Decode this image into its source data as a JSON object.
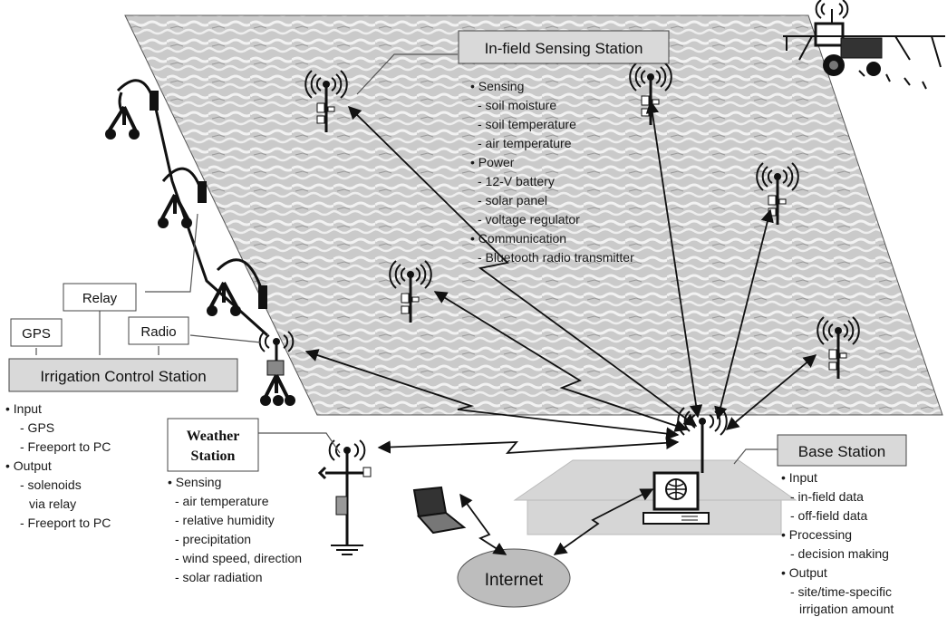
{
  "infield_station": {
    "title": "In-field Sensing Station",
    "items": [
      "• Sensing",
      "- soil moisture",
      "- soil temperature",
      "- air temperature",
      "• Power",
      "- 12-V battery",
      "- solar panel",
      "- voltage regulator",
      "• Communication",
      "- Bluetooth radio transmitter"
    ]
  },
  "control_station": {
    "title": "Irrigation Control Station",
    "relay": "Relay",
    "gps": "GPS",
    "radio": "Radio",
    "items": [
      "• Input",
      "- GPS",
      "- Freeport to PC",
      "• Output",
      "- solenoids",
      "via relay",
      "- Freeport to PC"
    ]
  },
  "weather_station": {
    "title_line1": "Weather",
    "title_line2": "Station",
    "items": [
      "• Sensing",
      "- air temperature",
      "- relative humidity",
      "- precipitation",
      "- wind speed, direction",
      "- solar radiation"
    ]
  },
  "base_station": {
    "title": "Base Station",
    "items": [
      "• Input",
      "- in-field data",
      "- off-field data",
      "• Processing",
      "- decision making",
      "• Output",
      "- site/time-specific",
      "irrigation amount"
    ]
  },
  "internet": {
    "label": "Internet"
  },
  "icons": {
    "sensor": "radio-antenna-sensor-icon",
    "tractor": "tractor-icon",
    "laptop": "laptop-icon",
    "computer": "desktop-computer-icon",
    "pivot": "center-pivot-tower-icon"
  },
  "colors": {
    "field": "#cfcfcf",
    "box": "#d9d9d9",
    "ellipse": "#bdbdbd",
    "house": "#d6d6d6"
  }
}
